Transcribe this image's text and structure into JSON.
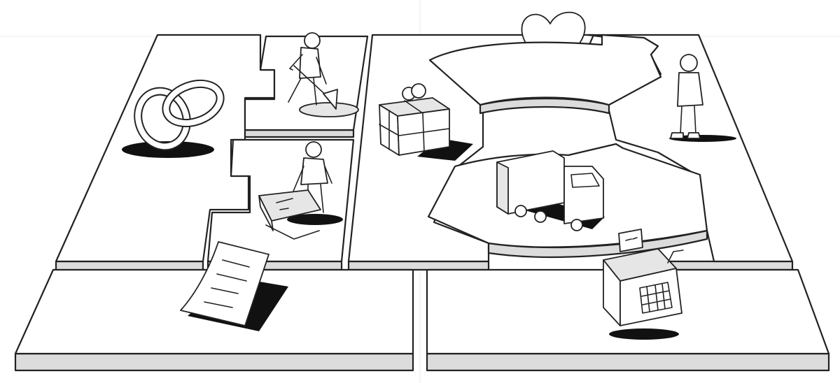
{
  "canvas": {
    "background": "#ffffff",
    "ink_color": "#222222",
    "side_color": "#dcdcdc"
  },
  "blocks": [
    {
      "id": "key-partners",
      "icon": "linked-rings-icon"
    },
    {
      "id": "key-activities",
      "icon": "digging-person-icon"
    },
    {
      "id": "key-resources",
      "icon": "person-with-block-icon"
    },
    {
      "id": "value-propositions",
      "icon": "gift-box-icon"
    },
    {
      "id": "customer-relationships",
      "icon": "heart-icon"
    },
    {
      "id": "channels",
      "icon": "delivery-truck-icon"
    },
    {
      "id": "customer-segments",
      "icon": "standing-person-icon"
    },
    {
      "id": "cost-structure",
      "icon": "bill-document-icon"
    },
    {
      "id": "revenue-streams",
      "icon": "cash-register-icon"
    }
  ]
}
